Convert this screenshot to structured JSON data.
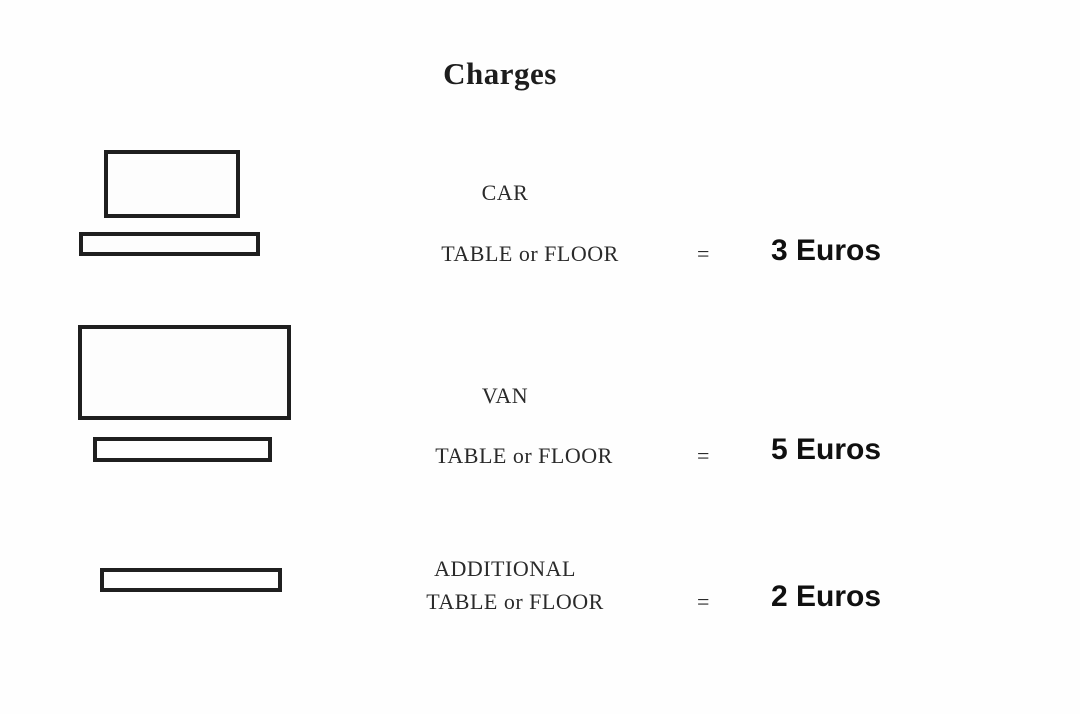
{
  "title": "Charges",
  "rows": [
    {
      "vehicle": "CAR",
      "surface": "TABLE or FLOOR",
      "equals": "=",
      "price": "3 Euros"
    },
    {
      "vehicle": "VAN",
      "surface": "TABLE or FLOOR",
      "equals": "=",
      "price": "5 Euros"
    },
    {
      "vehicle": "ADDITIONAL",
      "surface": "TABLE or FLOOR",
      "equals": "=",
      "price": "2 Euros"
    }
  ],
  "icons": {
    "car": "car-rect-icon",
    "car_table": "table-rect-icon",
    "van": "van-rect-icon",
    "van_table": "table-rect-icon",
    "additional_table": "table-rect-icon"
  },
  "colors": {
    "ink": "#1f1f1f",
    "text": "#2a2a2a",
    "background": "#fefefe"
  }
}
